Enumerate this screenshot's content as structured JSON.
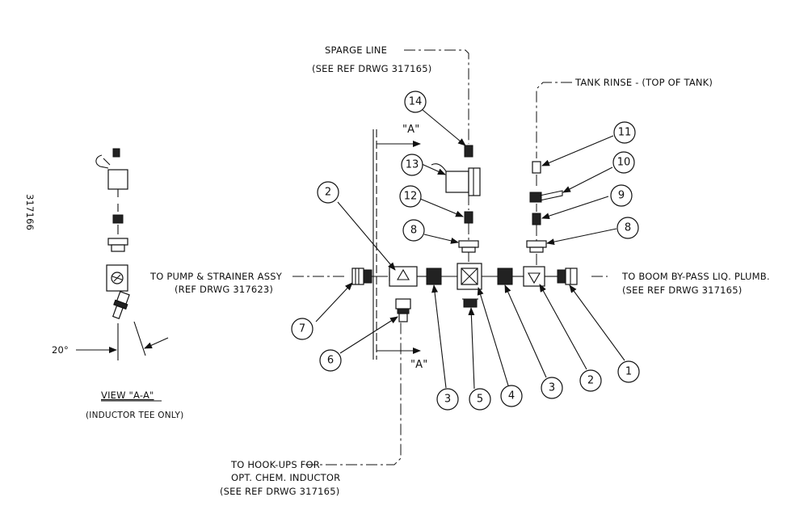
{
  "drawing_number": "317166",
  "labels": {
    "sparge_line": "SPARGE LINE",
    "sparge_ref": "(SEE REF DRWG 317165)",
    "tank_rinse": "TANK RINSE  - (TOP OF TANK)",
    "pump_strainer": "TO PUMP & STRAINER ASSY",
    "pump_ref": "(REF DRWG 317623)",
    "boom_bypass": "TO BOOM BY-PASS LIQ. PLUMB.",
    "boom_ref": "(SEE REF DRWG 317165)",
    "hookups_1": "TO HOOK-UPS FOR",
    "hookups_2": "OPT. CHEM. INDUCTOR",
    "hookups_ref": "(SEE REF DRWG 317165)",
    "section_a_top": "\"A\"",
    "section_a_bottom": "\"A\"",
    "angle": "20°",
    "view_title": "VIEW \"A-A\"",
    "view_note": "(INDUCTOR TEE ONLY)"
  },
  "callouts": [
    {
      "id": "c14",
      "label": "14"
    },
    {
      "id": "c13",
      "label": "13"
    },
    {
      "id": "c12",
      "label": "12"
    },
    {
      "id": "c8a",
      "label": "8"
    },
    {
      "id": "c2a",
      "label": "2"
    },
    {
      "id": "c11",
      "label": "11"
    },
    {
      "id": "c10",
      "label": "10"
    },
    {
      "id": "c9",
      "label": "9"
    },
    {
      "id": "c8b",
      "label": "8"
    },
    {
      "id": "c7",
      "label": "7"
    },
    {
      "id": "c6",
      "label": "6"
    },
    {
      "id": "c3a",
      "label": "3"
    },
    {
      "id": "c5",
      "label": "5"
    },
    {
      "id": "c4",
      "label": "4"
    },
    {
      "id": "c3b",
      "label": "3"
    },
    {
      "id": "c2b",
      "label": "2"
    },
    {
      "id": "c1",
      "label": "1"
    }
  ]
}
